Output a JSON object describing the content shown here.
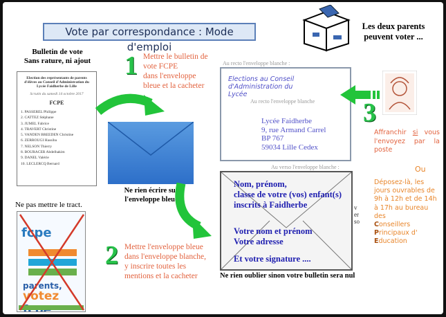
{
  "title": "Vote par correspondance : Mode d'emploi",
  "parents": [
    "Les deux parents",
    "peuvent voter ..."
  ],
  "bulletin_header": [
    "Bulletin de vote",
    "Sans rature, ni ajout"
  ],
  "ballot": {
    "heading": "Election des représentants de parents d'élèves au Conseil d'Administration du Lycée Faidherbe de Lille",
    "date": "Scrutin du samedi 14 octobre 2017",
    "list": "FCPE",
    "candidates": [
      "1. PASSEREL Philippe",
      "2. CATTEZ Stéphane",
      "3. JUMEL Fabrice",
      "4. TRAVERT Christine",
      "5. VANDEN BREEDEN Christine",
      "6. ZERROUGI Hassiba",
      "7. NELSON Thierry",
      "8. BOURACER Abdelhakim",
      "9. DANEL Valérie",
      "10. LECLERCQ Bernard"
    ]
  },
  "step1": {
    "number": "1",
    "text": [
      "Mettre le bulletin de",
      "vote FCPE",
      "dans l'enveloppe",
      "bleue et la cacheter"
    ]
  },
  "blue_note": [
    "Ne rien écrire sur",
    "l'enveloppe bleue"
  ],
  "recto": {
    "label": "Au recto l'enveloppe blanche :",
    "heading": [
      "Elections au Conseil",
      "d'Administration du",
      "Lycée"
    ],
    "sub": "Au recto l'enveloppe blanche",
    "address": [
      "Lycée Faidherbe",
      "9, rue Armand Carrel",
      "BP 767",
      "59034 Lille Cedex"
    ]
  },
  "step3": {
    "number": "3",
    "text": [
      "Affranchir ",
      "si",
      " vous l'envoyez par la poste"
    ]
  },
  "ou": "Ou",
  "deposit": {
    "text": "Déposez-là, les jours ouvrables de 9h à 12h et de 14h à 17h au bureau des",
    "c": "C",
    "c_rest": "onseillers",
    "p": "P",
    "p_rest": "rincipaux d'",
    "e": "E",
    "e_rest": "ducation"
  },
  "verso": {
    "label": "Au verso l'enveloppe blanche :",
    "lines1": [
      "Nom, prénom,",
      "classe de votre (vos) enfant(s)",
      "inscrits à Faidherbe"
    ],
    "lines2": [
      "Votre nom et prénom",
      "Votre adresse"
    ],
    "line3": "Et  votre signature  ....",
    "side": "verso",
    "note": "Ne rien oublier sinon  votre bulletin sera nul"
  },
  "tract": {
    "label": "Ne pas mettre le tract.",
    "brand": "fcpe",
    "slogan1": "parents,",
    "slogan2": "votez"
  },
  "step2": {
    "number": "2",
    "text": [
      "Mettre  l'enveloppe bleue",
      "dans l'enveloppe blanche,",
      "y inscrire  toutes les",
      "mentions et la cacheter"
    ]
  }
}
